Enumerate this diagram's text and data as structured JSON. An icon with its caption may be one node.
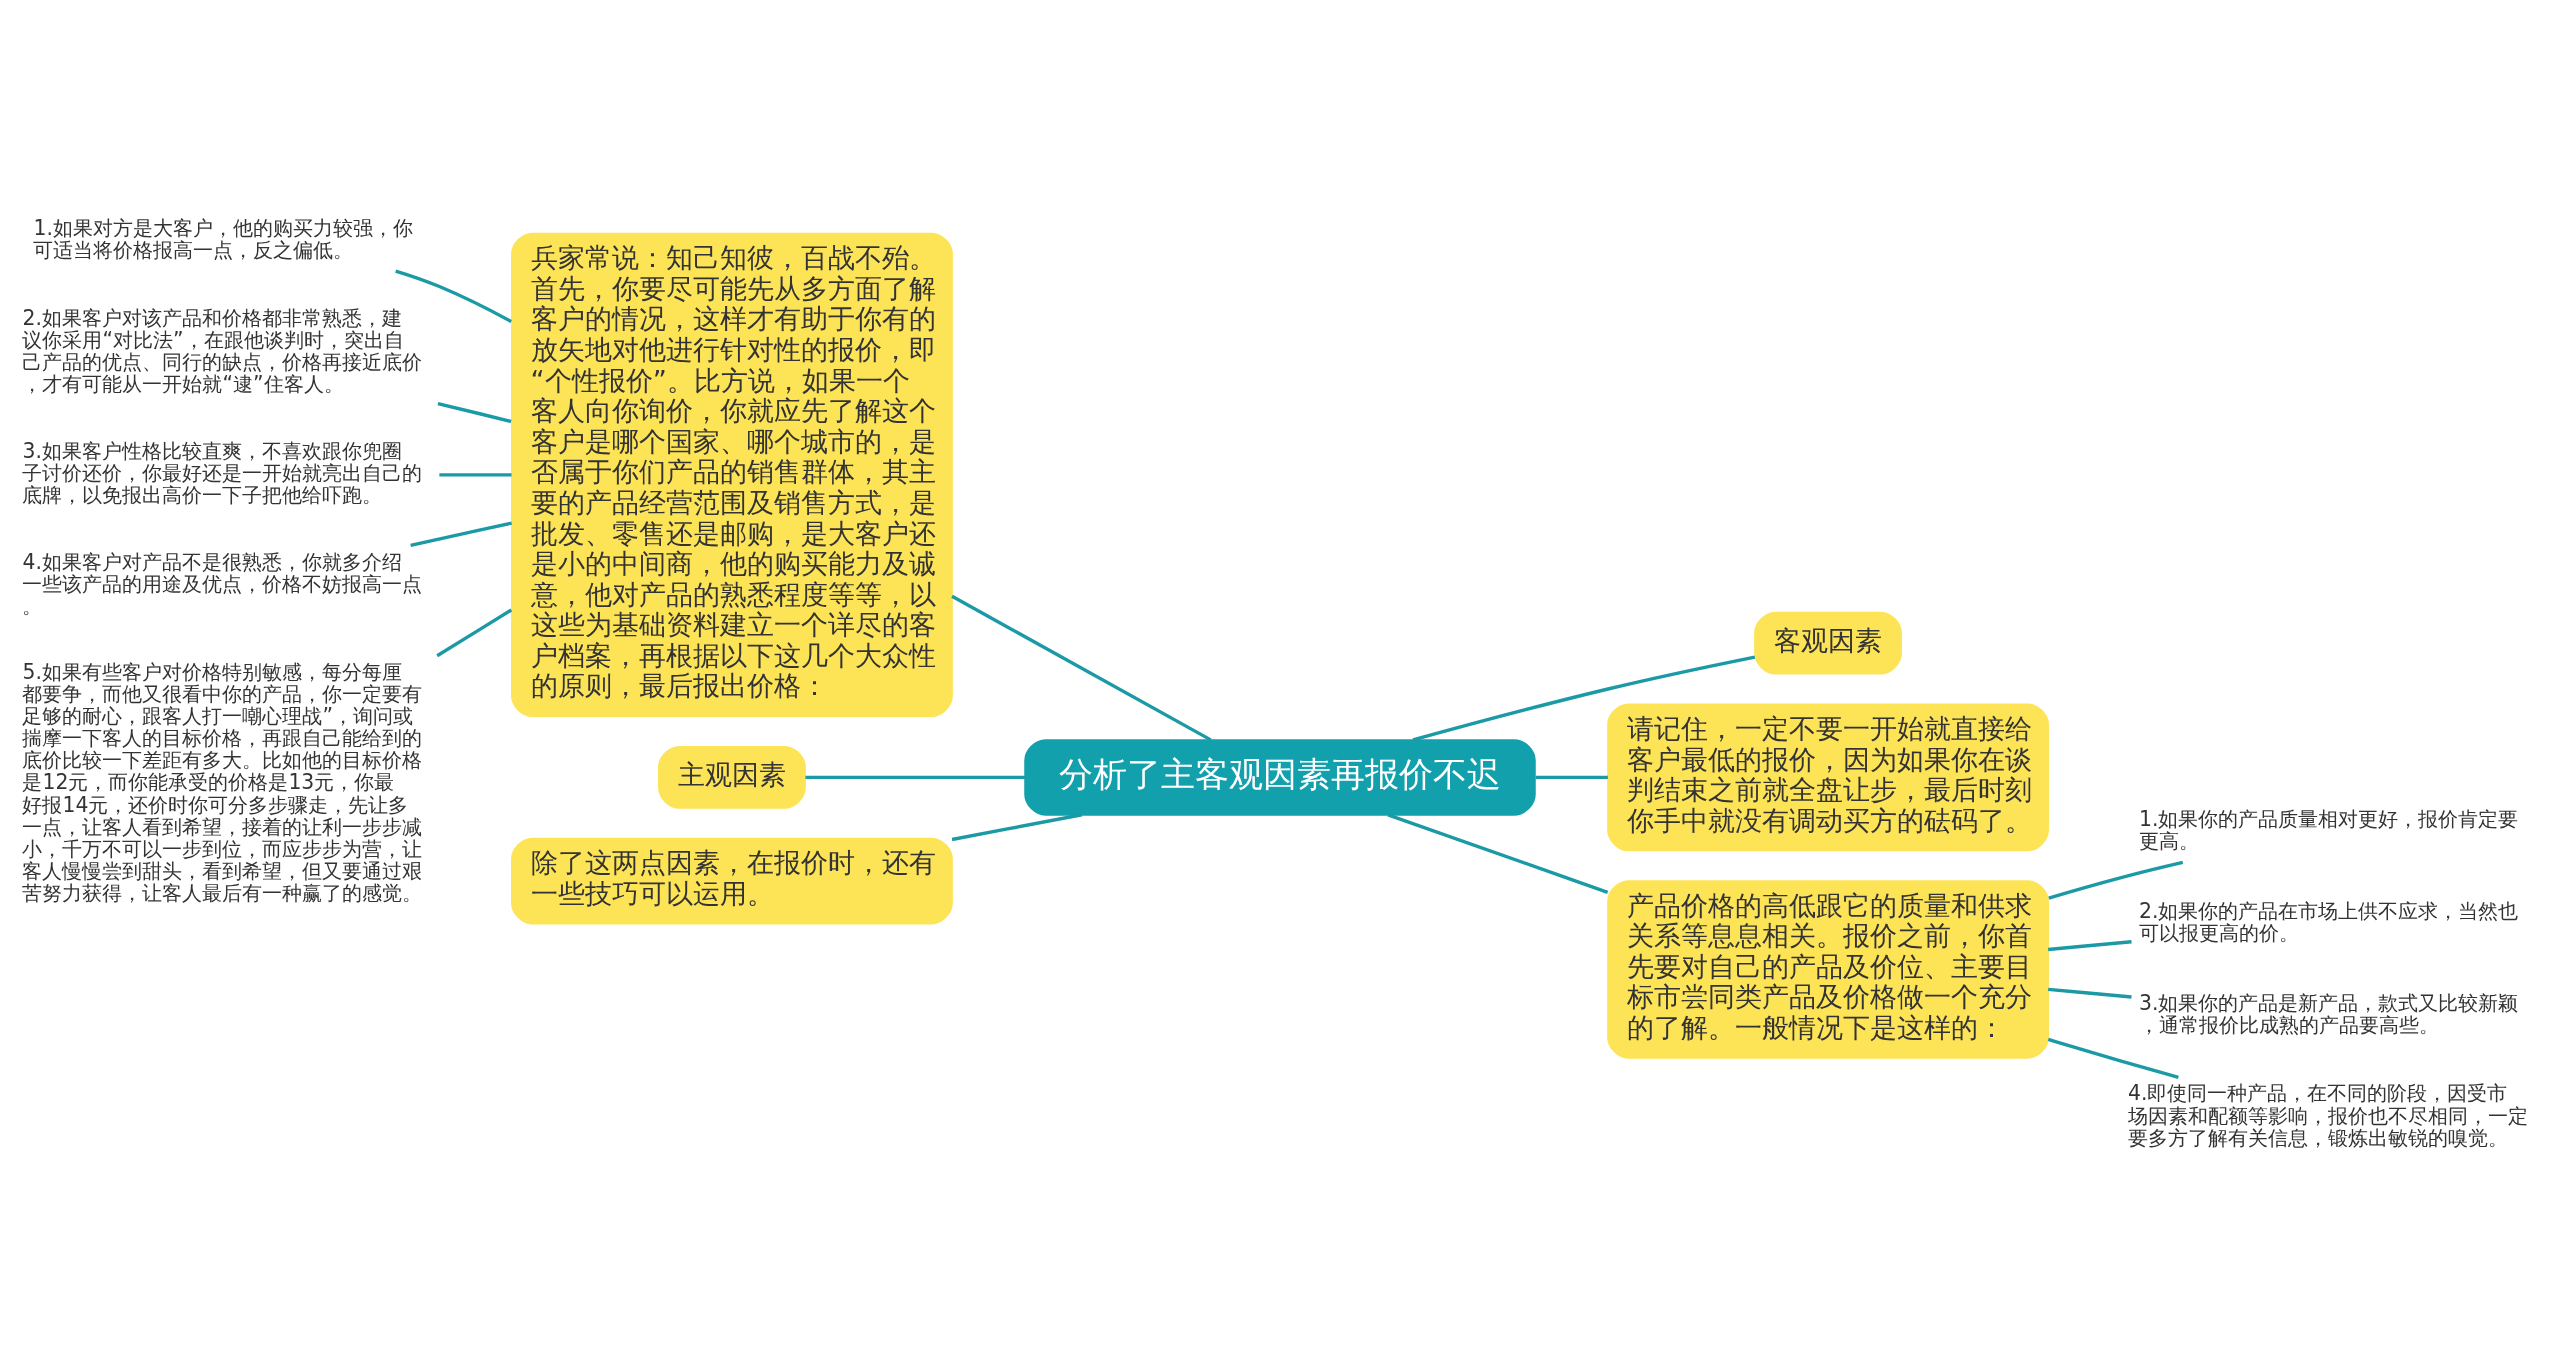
{
  "diagram": {
    "nodes": [
      {
        "text": [
          "分析了主客观因素再报价不迟"
        ]
      },
      {
        "text": [
          "兵家常说：知己知彼，百战不殆。首先，你要尽可能先从多方面了解客户的情况，这样才有助于你有的放矢地对他进行针对性的报价，即“个性报价”。比方说，如果一个客人向你询价，你就应先了解这个客户是哪个国家、哪个城市的，是否属于你们产品的销售群体，其主要的产品经营范围及销售方式，是批发、零售还是邮购，是大客户还是小的中间商，他的购买能力及诚意，他对产品的熟悉程度等等，以这些为基础资料建立一个详尽的客户档案，再根据以下这几个大众性的原则，最后报出价格："
        ]
      },
      {
        "text": [
          "1.如果对方是大客户，他的购买力较强，你可适当将价格报高一点，反之偏低。"
        ]
      },
      {
        "text": [
          "2.如果客户对该产品和价格都非常熟悉，建议你采用“对比法”，在跟他谈判时，突出自己产品的优点、同行的缺点，价格再接近底价，才有可能从一开始就“逮”住客人。"
        ]
      },
      {
        "text": [
          "3.如果客户性格比较直爽，不喜欢跟你兜圈子讨价还价，你最好还是一开始就亮出自己的底牌，以免报出高价一下子把他给吓跑。"
        ]
      },
      {
        "text": [
          "4.如果客户对产品不是很熟悉，你就多介绍一些该产品的用途及优点，价格不妨报高一点。"
        ]
      },
      {
        "text": [
          "5.如果有些客户对价格特别敏感，每分每厘都要争，而他又很看中你的产品，你一定要有足够的耐心，跟客人打一嘲心理战”，询问或揣摩一下客人的目标价格，再跟自己能给到的底价比较一下差距有多大。比如他的目标价格是12元，而你能承受的价格是13元，你最好报14元，还价时你可分多步骤走，先让多一点，让客人看到希望，接着的让利一步步减小，千万不可以一步到位，而应步步为营，让客人慢慢尝到甜头，看到希望，但又要通过艰苦努力获得，让客人最后有一种赢了的感觉。"
        ]
      },
      {
        "text": [
          "主观因素"
        ]
      },
      {
        "text": [
          "除了这两点因素，在报价时，还有一些技巧可以运用。"
        ]
      },
      {
        "text": [
          "客观因素"
        ]
      },
      {
        "text": [
          "请记住，一定不要一开始就直接给客户最低的报价，因为如果你在谈判结束之前就全盘让步，最后时刻你手中就没有调动买方的砝码了。"
        ]
      },
      {
        "text": [
          "产品价格的高低跟它的质量和供求关系等息息相关。报价之前，你首先要对自己的产品及价位、主要目标市尝同类产品及价格做一个充分的了解。一般情况下是这样的："
        ]
      },
      {
        "text": [
          "1.如果你的产品质量相对更好，报价肯定要更高。"
        ]
      },
      {
        "text": [
          "2.如果你的产品在市场上供不应求，当然也可以报更高的价。"
        ]
      },
      {
        "text": [
          "3.如果你的产品是新产品，款式又比较新颖，通常报价比成熟的产品要高些。"
        ]
      },
      {
        "text": [
          "4.即使同一种产品，在不同的阶段，因受市场因素和配额等影响，报价也不尽相同，一定要多方了解有关信息，锻炼出敏锐的嗅觉。"
        ]
      }
    ],
    "edges": [
      {
        "from": 0,
        "to": 1,
        "arrow": "none"
      },
      {
        "from": 1,
        "to": 2,
        "arrow": "none"
      },
      {
        "from": 1,
        "to": 3,
        "arrow": "none"
      },
      {
        "from": 1,
        "to": 4,
        "arrow": "none"
      },
      {
        "from": 1,
        "to": 5,
        "arrow": "none"
      },
      {
        "from": 1,
        "to": 6,
        "arrow": "none"
      },
      {
        "from": 0,
        "to": 7,
        "arrow": "none"
      },
      {
        "from": 0,
        "to": 8,
        "arrow": "none"
      },
      {
        "from": 0,
        "to": 9,
        "arrow": "none"
      },
      {
        "from": 0,
        "to": 10,
        "arrow": "none"
      },
      {
        "from": 0,
        "to": 11,
        "arrow": "none"
      },
      {
        "from": 11,
        "to": 12,
        "arrow": "none"
      },
      {
        "from": 11,
        "to": 13,
        "arrow": "none"
      },
      {
        "from": 11,
        "to": 14,
        "arrow": "none"
      },
      {
        "from": 11,
        "to": 15,
        "arrow": "none"
      }
    ]
  }
}
